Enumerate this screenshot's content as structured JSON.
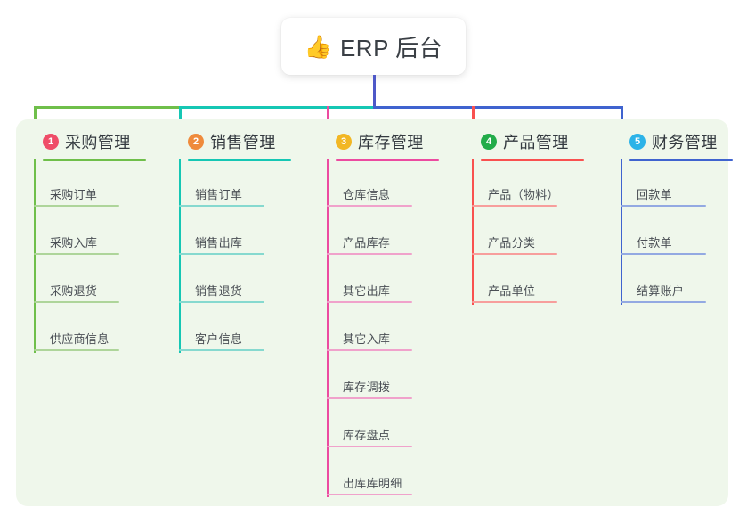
{
  "diagram": {
    "type": "mindmap-tree",
    "root": {
      "icon": "thumbs-up-icon",
      "emoji": "👍",
      "label": "ERP 后台"
    },
    "panel_color": "#eff7eb",
    "trunk_color": "#4e58c8",
    "branches": [
      {
        "number": "1",
        "label": "采购管理",
        "badge_color": "#ef4d68",
        "line_color": "#6fbf4a",
        "leaf_line_color": "#aed59a",
        "items": [
          "采购订单",
          "采购入库",
          "采购退货",
          "供应商信息"
        ]
      },
      {
        "number": "2",
        "label": "销售管理",
        "badge_color": "#ef8b3c",
        "line_color": "#16c7b4",
        "leaf_line_color": "#86d9cf",
        "items": [
          "销售订单",
          "销售出库",
          "销售退货",
          "客户信息"
        ]
      },
      {
        "number": "3",
        "label": "库存管理",
        "badge_color": "#f2b724",
        "line_color": "#ec4ba0",
        "leaf_line_color": "#f0a2cb",
        "items": [
          "仓库信息",
          "产品库存",
          "其它出库",
          "其它入库",
          "库存调拨",
          "库存盘点",
          "出库库明细"
        ]
      },
      {
        "number": "4",
        "label": "产品管理",
        "badge_color": "#22ac49",
        "line_color": "#f9514f",
        "leaf_line_color": "#f79e9c",
        "items": [
          "产品（物料）",
          "产品分类",
          "产品单位"
        ]
      },
      {
        "number": "5",
        "label": "财务管理",
        "badge_color": "#2cb3e8",
        "line_color": "#3f63cf",
        "leaf_line_color": "#93a9e2",
        "items": [
          "回款单",
          "付款单",
          "结算账户"
        ]
      }
    ]
  }
}
